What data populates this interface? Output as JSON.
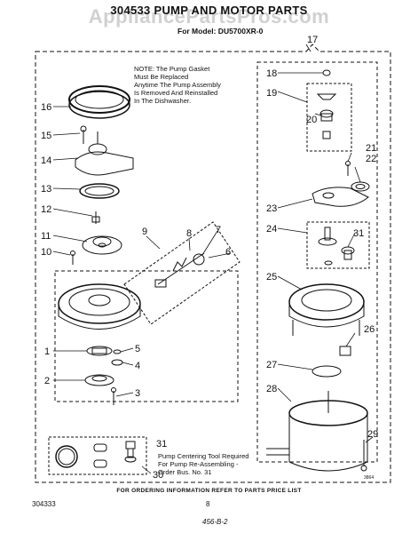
{
  "watermark": "AppliancePartsPros.com",
  "header": {
    "title": "304533 PUMP AND MOTOR PARTS",
    "model_line": "For Model: DU5700XR-0"
  },
  "note_lines": [
    "NOTE: The Pump Gasket",
    "Must Be Replaced",
    "Anytime The Pump Assembly",
    "Is Removed And Reinstalled",
    "In The Dishwasher."
  ],
  "tool_note_lines": [
    "Pump Centering Tool Required",
    "For Pump Re-Assembling -",
    "Order Bus. No. 31"
  ],
  "callouts": {
    "c1": "1",
    "c2": "2",
    "c3": "3",
    "c4": "4",
    "c5": "5",
    "c6": "6",
    "c7": "7",
    "c8": "8",
    "c9": "9",
    "c10": "10",
    "c11": "11",
    "c12": "12",
    "c13": "13",
    "c14": "14",
    "c15": "15",
    "c16": "16",
    "c17": "17",
    "c18": "18",
    "c19": "19",
    "c20": "20",
    "c21": "21",
    "c22": "22",
    "c23": "23",
    "c24": "24",
    "c25": "25",
    "c26": "26",
    "c27": "27",
    "c28": "28",
    "c29": "29",
    "c30": "30",
    "c31a": "31",
    "c31b": "31"
  },
  "footer": {
    "order_info": "FOR ORDERING INFORMATION REFER TO PARTS PRICE LIST",
    "doc_number": "304333",
    "page_number": "8",
    "handwritten": "456-B-2",
    "small_code": "3864"
  }
}
